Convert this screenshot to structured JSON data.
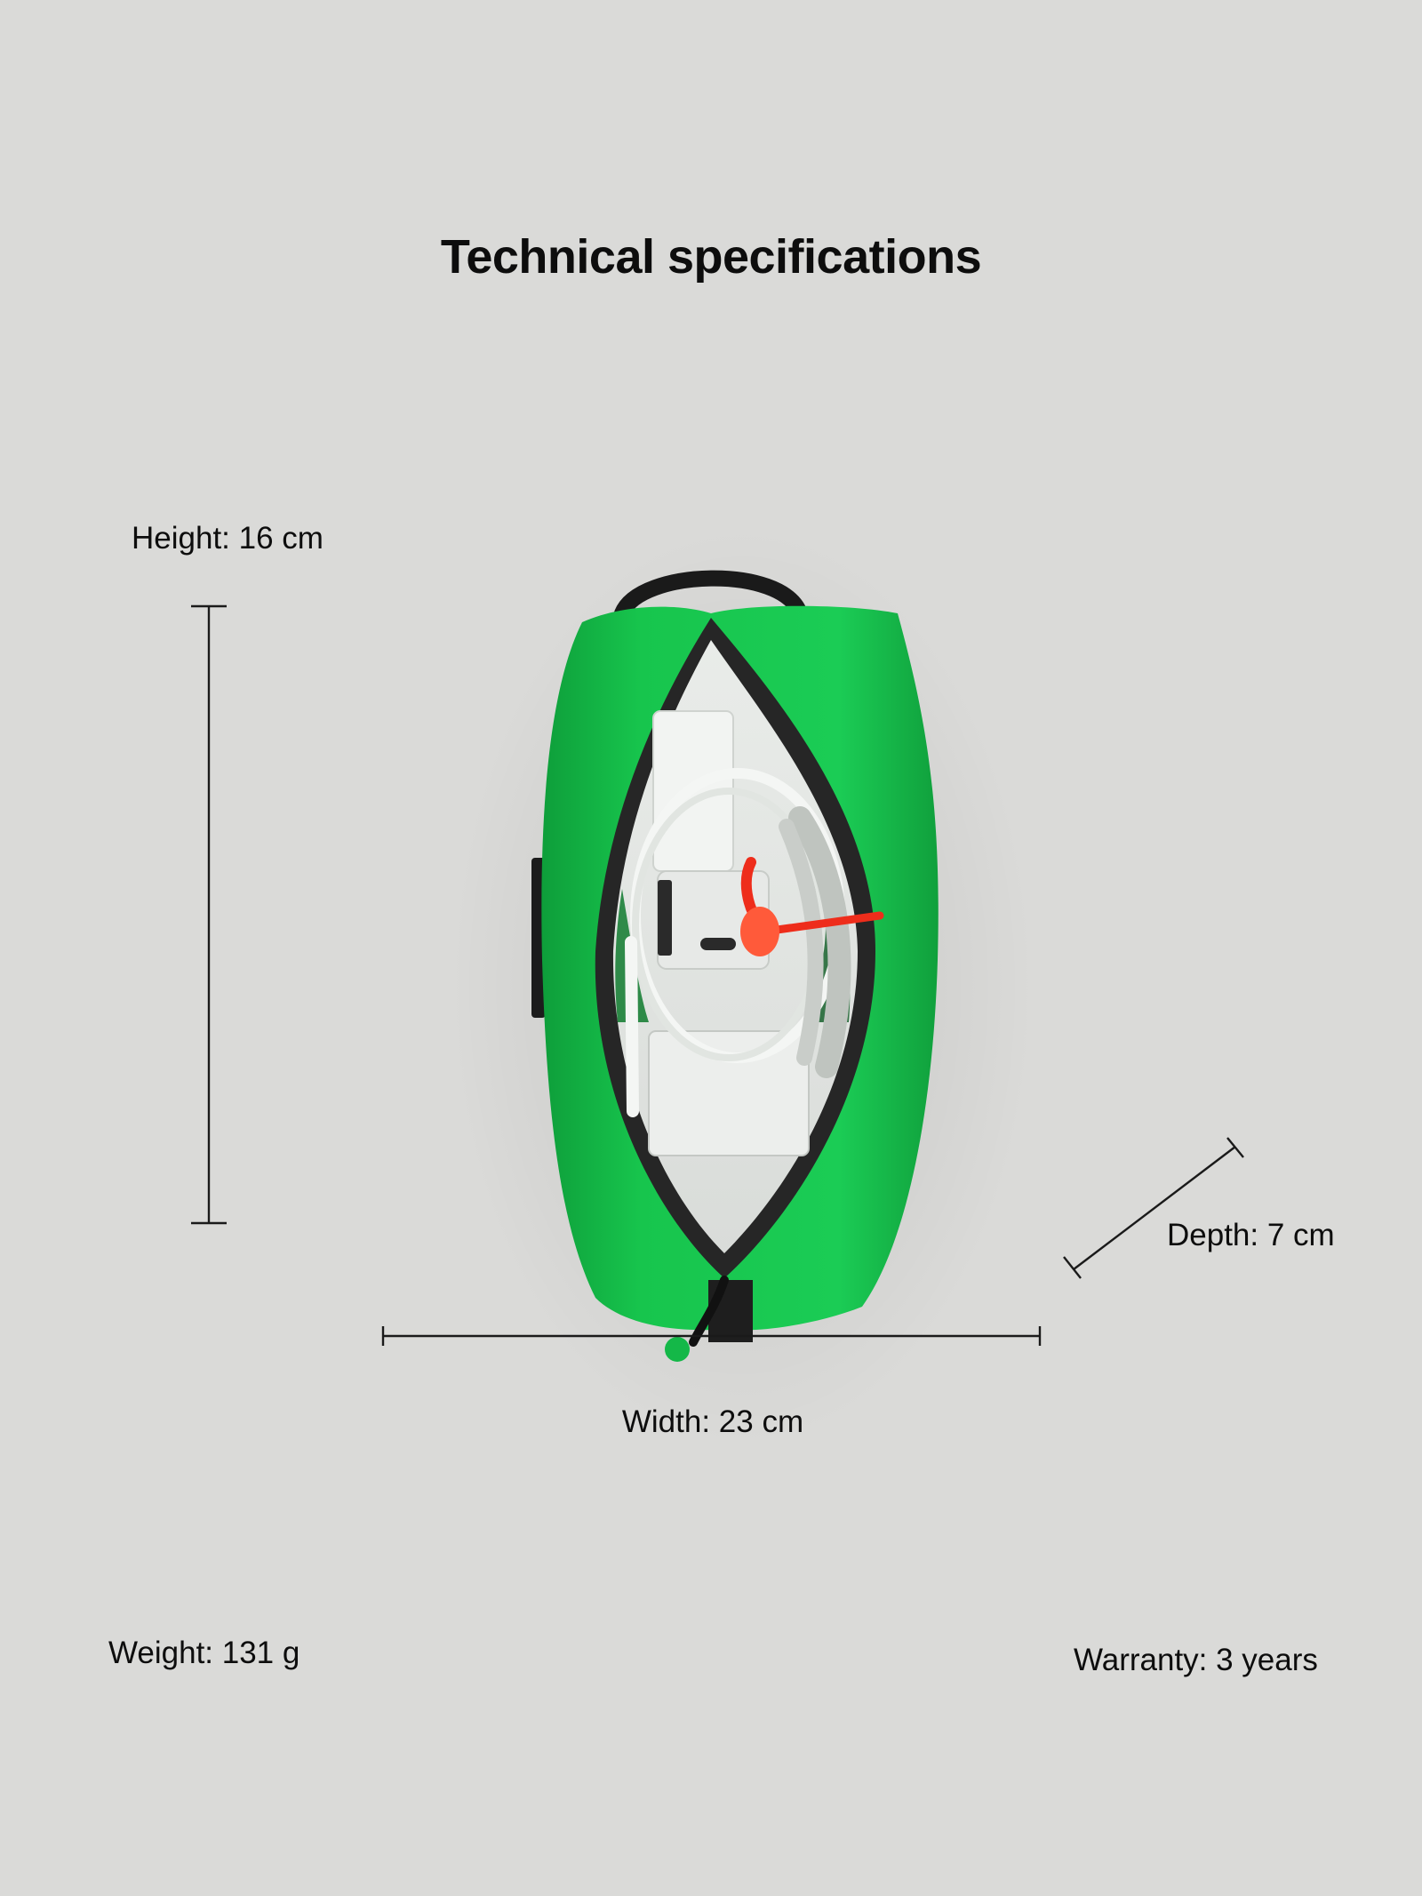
{
  "page": {
    "title": "Technical specifications"
  },
  "specs": {
    "height": "Height: 16 cm",
    "depth": "Depth: 7 cm",
    "width": "Width: 23 cm",
    "weight": "Weight: 131 g",
    "warranty": "Warranty: 3 years"
  },
  "product_image": {
    "alt": "Green zippered tech pouch, open, containing chargers and cables",
    "colors": {
      "bag": "#14c04a",
      "bag_shadow": "#0c9a38",
      "zipper": "#2a2a2a",
      "interior": "#e4e7e4",
      "accent_cable": "#f0321e"
    }
  },
  "colors": {
    "background": "#dadad8",
    "text": "#0d0d0d",
    "dimension_line": "#1a1a1a"
  }
}
